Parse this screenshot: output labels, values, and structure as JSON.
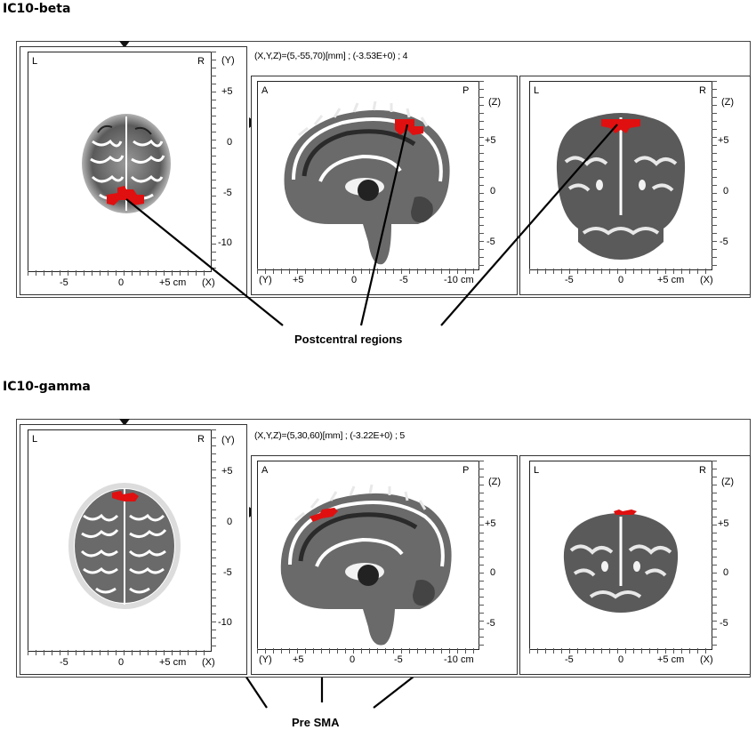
{
  "sections": [
    {
      "title": "IC10-beta",
      "coord_readout": "(X,Y,Z)=(5,-55,70)[mm] ; (-3.53E+0) ; 4",
      "axial": {
        "left": "L",
        "right": "R",
        "axis_name": "(Y)",
        "y_ticks": [
          "+5",
          "0",
          "-5",
          "-10"
        ],
        "x_ticks": [
          "-5",
          "0",
          "+5 cm",
          "(X)"
        ]
      },
      "sagittal": {
        "left": "A",
        "right": "P",
        "axis_name": "(Z)",
        "y_ticks": [
          "+5",
          "0",
          "-5"
        ],
        "x_prefix": "(Y)",
        "x_ticks": [
          "+5",
          "0",
          "-5",
          "-10 cm"
        ]
      },
      "coronal": {
        "left": "L",
        "right": "R",
        "axis_name": "(Z)",
        "y_ticks": [
          "+5",
          "0",
          "-5"
        ],
        "x_ticks": [
          "-5",
          "0",
          "+5 cm",
          "(X)"
        ]
      },
      "callout": "Postcentral regions"
    },
    {
      "title": "IC10-gamma",
      "coord_readout": "(X,Y,Z)=(5,30,60)[mm] ; (-3.22E+0) ; 5",
      "axial": {
        "left": "L",
        "right": "R",
        "axis_name": "(Y)",
        "y_ticks": [
          "+5",
          "0",
          "-5",
          "-10"
        ],
        "x_ticks": [
          "-5",
          "0",
          "+5 cm",
          "(X)"
        ]
      },
      "sagittal": {
        "left": "A",
        "right": "P",
        "axis_name": "(Z)",
        "y_ticks": [
          "+5",
          "0",
          "-5"
        ],
        "x_prefix": "(Y)",
        "x_ticks": [
          "+5",
          "0",
          "-5",
          "-10 cm"
        ]
      },
      "coronal": {
        "left": "L",
        "right": "R",
        "axis_name": "(Z)",
        "y_ticks": [
          "+5",
          "0",
          "-5"
        ],
        "x_ticks": [
          "-5",
          "0",
          "+5 cm",
          "(X)"
        ]
      },
      "callout": "Pre SMA"
    }
  ],
  "colors": {
    "activation": "#e01010",
    "frame": "#333333"
  }
}
